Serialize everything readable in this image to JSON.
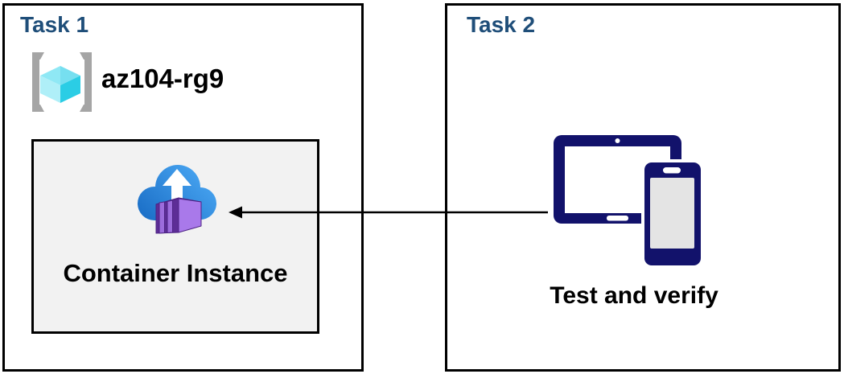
{
  "task1": {
    "title": "Task 1",
    "resource_group": {
      "icon": "resource-group-icon",
      "name": "az104-rg9"
    },
    "container_box": {
      "icon": "container-instance-icon",
      "label": "Container Instance"
    }
  },
  "task2": {
    "title": "Task 2",
    "icon": "devices-icon",
    "label": "Test and verify"
  },
  "arrow": {
    "from": "Task 2 devices",
    "to": "Container Instance",
    "direction": "left"
  },
  "colors": {
    "title_blue": "#1F4E79",
    "device_navy": "#12126B",
    "inner_box_fill": "#F2F2F2",
    "border_black": "#000000",
    "text_black": "#000000",
    "cloud_blue_dark": "#1B6FC7",
    "cloud_blue_light": "#49A6F2",
    "container_purple": "#A979EA",
    "container_purple_dark": "#5D2D96",
    "cube_cyan": "#2BCDE5",
    "bracket_gray": "#A5A5A5"
  }
}
